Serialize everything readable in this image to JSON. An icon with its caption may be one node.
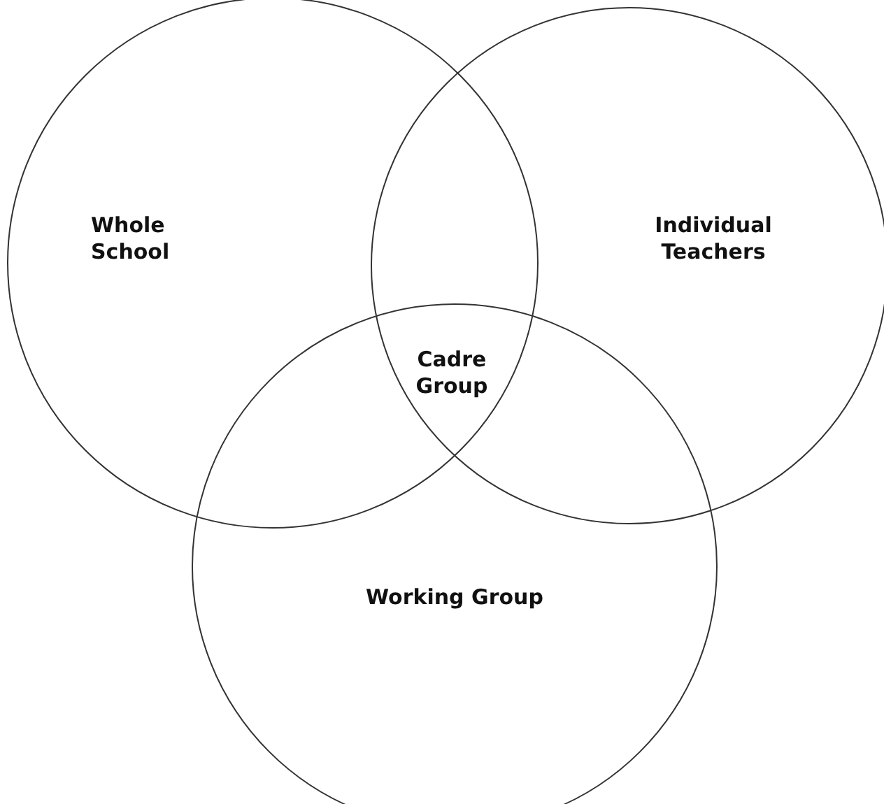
{
  "diagram": {
    "nodes": [
      {
        "text": [
          "Whole School"
        ]
      },
      {
        "text": [
          "Individual Teachers"
        ]
      },
      {
        "text": [
          "Working Group"
        ]
      }
    ],
    "labels": [
      "Cadre Group"
    ]
  }
}
